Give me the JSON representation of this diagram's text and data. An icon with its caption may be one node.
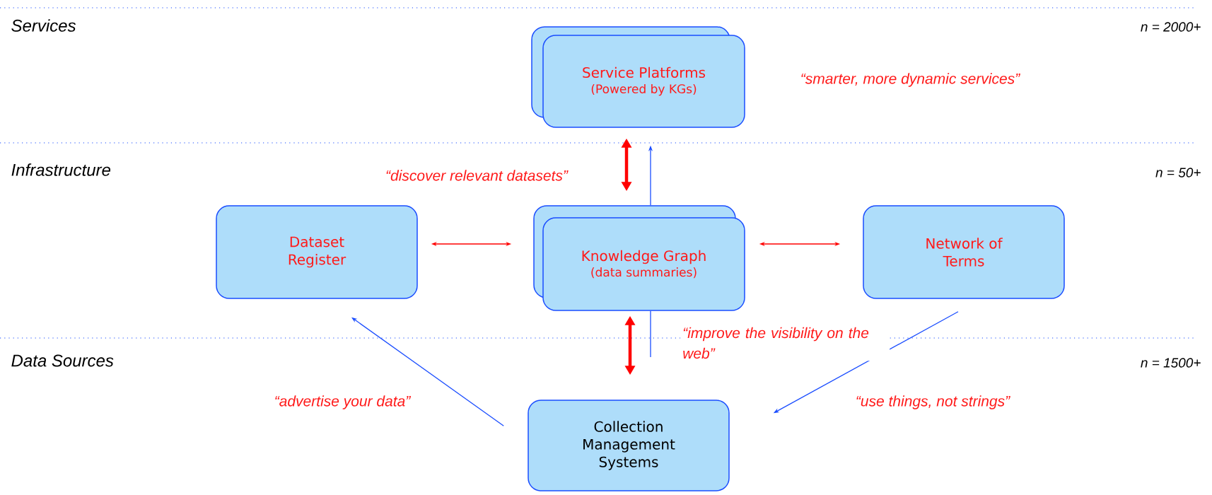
{
  "diagram": {
    "nodes": [
      {
        "text": [
          "Service Platforms",
          "(Powered by KGs)"
        ]
      },
      {
        "text": [
          "Dataset Register"
        ]
      },
      {
        "text": [
          "Knowledge Graph",
          "(data summaries)"
        ]
      },
      {
        "text": [
          "Network of Terms"
        ]
      },
      {
        "text": [
          "Collection Management Systems"
        ]
      }
    ],
    "edges": [
      {
        "from": 0,
        "to": 2,
        "arrow": "both",
        "style": "thick",
        "color": "#ff0000"
      },
      {
        "from": 2,
        "to": 0,
        "arrow": "to",
        "color": "#1a4dff"
      },
      {
        "from": 1,
        "to": 2,
        "arrow": "both",
        "color": "#ff0000"
      },
      {
        "from": 2,
        "to": 3,
        "arrow": "both",
        "color": "#ff0000"
      },
      {
        "from": 2,
        "to": 4,
        "arrow": "both",
        "style": "thick",
        "color": "#ff0000"
      },
      {
        "from": 2,
        "to": null,
        "arrow": "none",
        "color": "#1a4dff"
      },
      {
        "from": 4,
        "to": 1,
        "arrow": "to",
        "color": "#1a4dff"
      },
      {
        "from": 3,
        "to": 4,
        "arrow": "to",
        "color": "#1a4dff"
      }
    ],
    "labels": [
      "Services",
      "n = 2000+",
      "“smarter, more dynamic services”",
      "Infrastructure",
      "“discover relevant datasets”",
      "n = 50+",
      "“improve the visibility on the web”",
      "Data Sources",
      "n = 1500+",
      "“advertise your data”",
      "“use things, not strings”"
    ]
  }
}
